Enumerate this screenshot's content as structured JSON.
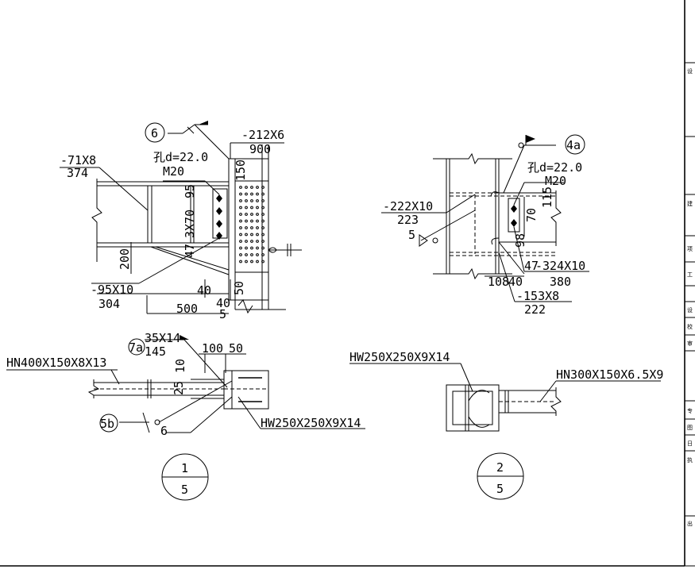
{
  "colors": {
    "ink": "#000000",
    "paper": "#ffffff"
  },
  "detail_1": {
    "detail_mark_top": "6",
    "plate_top": "-212X6",
    "plate_top_length": "900",
    "hole_label": "孔d=22.0",
    "bolt_label": "M20",
    "stiffener_plate": "-71X8",
    "stiffener_length": "374",
    "bolt_spacing": "3X70",
    "dim_95": "95",
    "dim_150_top": "150",
    "dim_47": "47",
    "dim_200": "200",
    "bottom_plate": "-95X10",
    "bottom_plate_length": "304",
    "dim_40_a": "40",
    "dim_40_b": "40",
    "dim_50": "50",
    "dim_5": "5",
    "dim_500": "500"
  },
  "detail_2": {
    "detail_mark_top": "4a",
    "hole_label": "孔d=22.0",
    "bolt_label": "M20",
    "plate_left": "-222X10",
    "plate_left_length": "223",
    "weld_size": "5",
    "dim_70": "70",
    "dim_115": "115",
    "dim_98": "98",
    "dim_47": "47",
    "dim_108": "108",
    "dim_40": "40",
    "plate_right": "-324X10",
    "plate_right_length": "380",
    "plate_bottom": "-153X8",
    "plate_bottom_length": "222"
  },
  "section_1": {
    "beam": "HN400X150X8X13",
    "column": "HW250X250X9X14",
    "detail_mark": "7a",
    "plate": "35X14",
    "plate_dim": "145",
    "dim_100": "100",
    "dim_50": "50",
    "dim_10": "10",
    "dim_25": "25",
    "detail_mark_bottom": "5b",
    "weld_size": "6",
    "label_number": "1",
    "label_sheet": "5"
  },
  "section_2": {
    "column": "HW250X250X9X14",
    "beam": "HN300X150X6.5X9",
    "label_number": "2",
    "label_sheet": "5"
  },
  "title_block": {
    "rows": [
      "设",
      "",
      "",
      "建",
      "",
      "项",
      "工",
      "",
      "设",
      "校",
      "审",
      "",
      "专",
      "图",
      "日",
      "执",
      "",
      "出"
    ]
  }
}
